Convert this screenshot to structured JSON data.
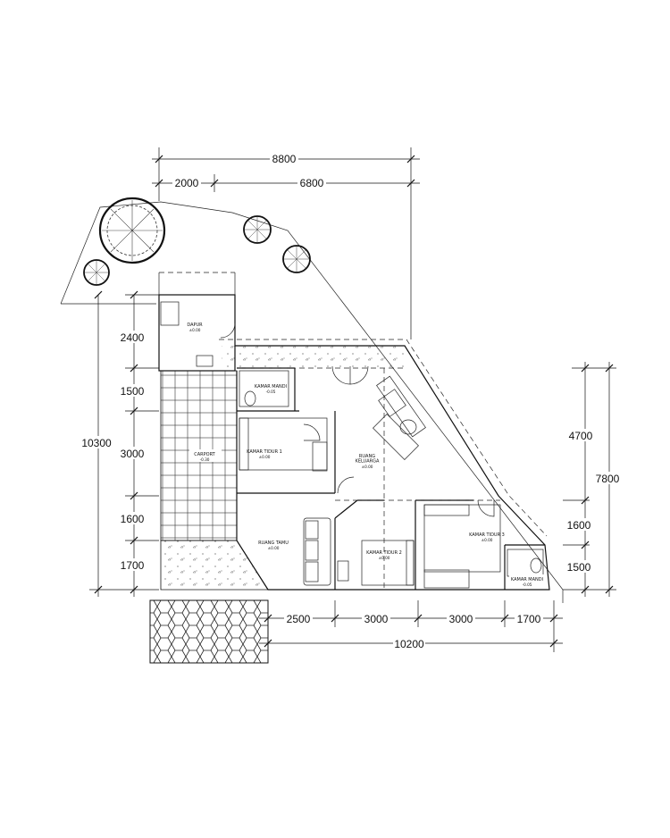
{
  "dimensions": {
    "top_total": "8800",
    "top_left": "2000",
    "top_right": "6800",
    "left_total": "10300",
    "left_1": "2400",
    "left_2": "1500",
    "left_3": "3000",
    "left_4": "1600",
    "left_5": "1700",
    "right_total": "7800",
    "right_1": "4700",
    "right_2": "1600",
    "right_3": "1500",
    "bottom_1": "2500",
    "bottom_2": "3000",
    "bottom_3": "3000",
    "bottom_4": "1700",
    "bottom_total": "10200"
  },
  "rooms": {
    "dapur": {
      "name": "DAPUR",
      "area": "±0.00"
    },
    "kamar_mandi_1": {
      "name": "KAMAR MANDI",
      "area": "-0.05"
    },
    "kamar_tidur_1": {
      "name": "KAMAR TIDUR 1",
      "area": "±0.00"
    },
    "carport": {
      "name": "CARPORT",
      "area": "-0.30"
    },
    "ruang_keluarga": {
      "name": "RUANG KELUARGA",
      "area": "±0.00"
    },
    "ruang_tamu": {
      "name": "RUANG TAMU",
      "area": "±0.00"
    },
    "kamar_tidur_2": {
      "name": "KAMAR TIDUR 2",
      "area": "±0.00"
    },
    "kamar_tidur_3": {
      "name": "KAMAR TIDUR 3",
      "area": "±0.00"
    },
    "kamar_mandi_2": {
      "name": "KAMAR MANDI",
      "area": "-0.05"
    }
  }
}
